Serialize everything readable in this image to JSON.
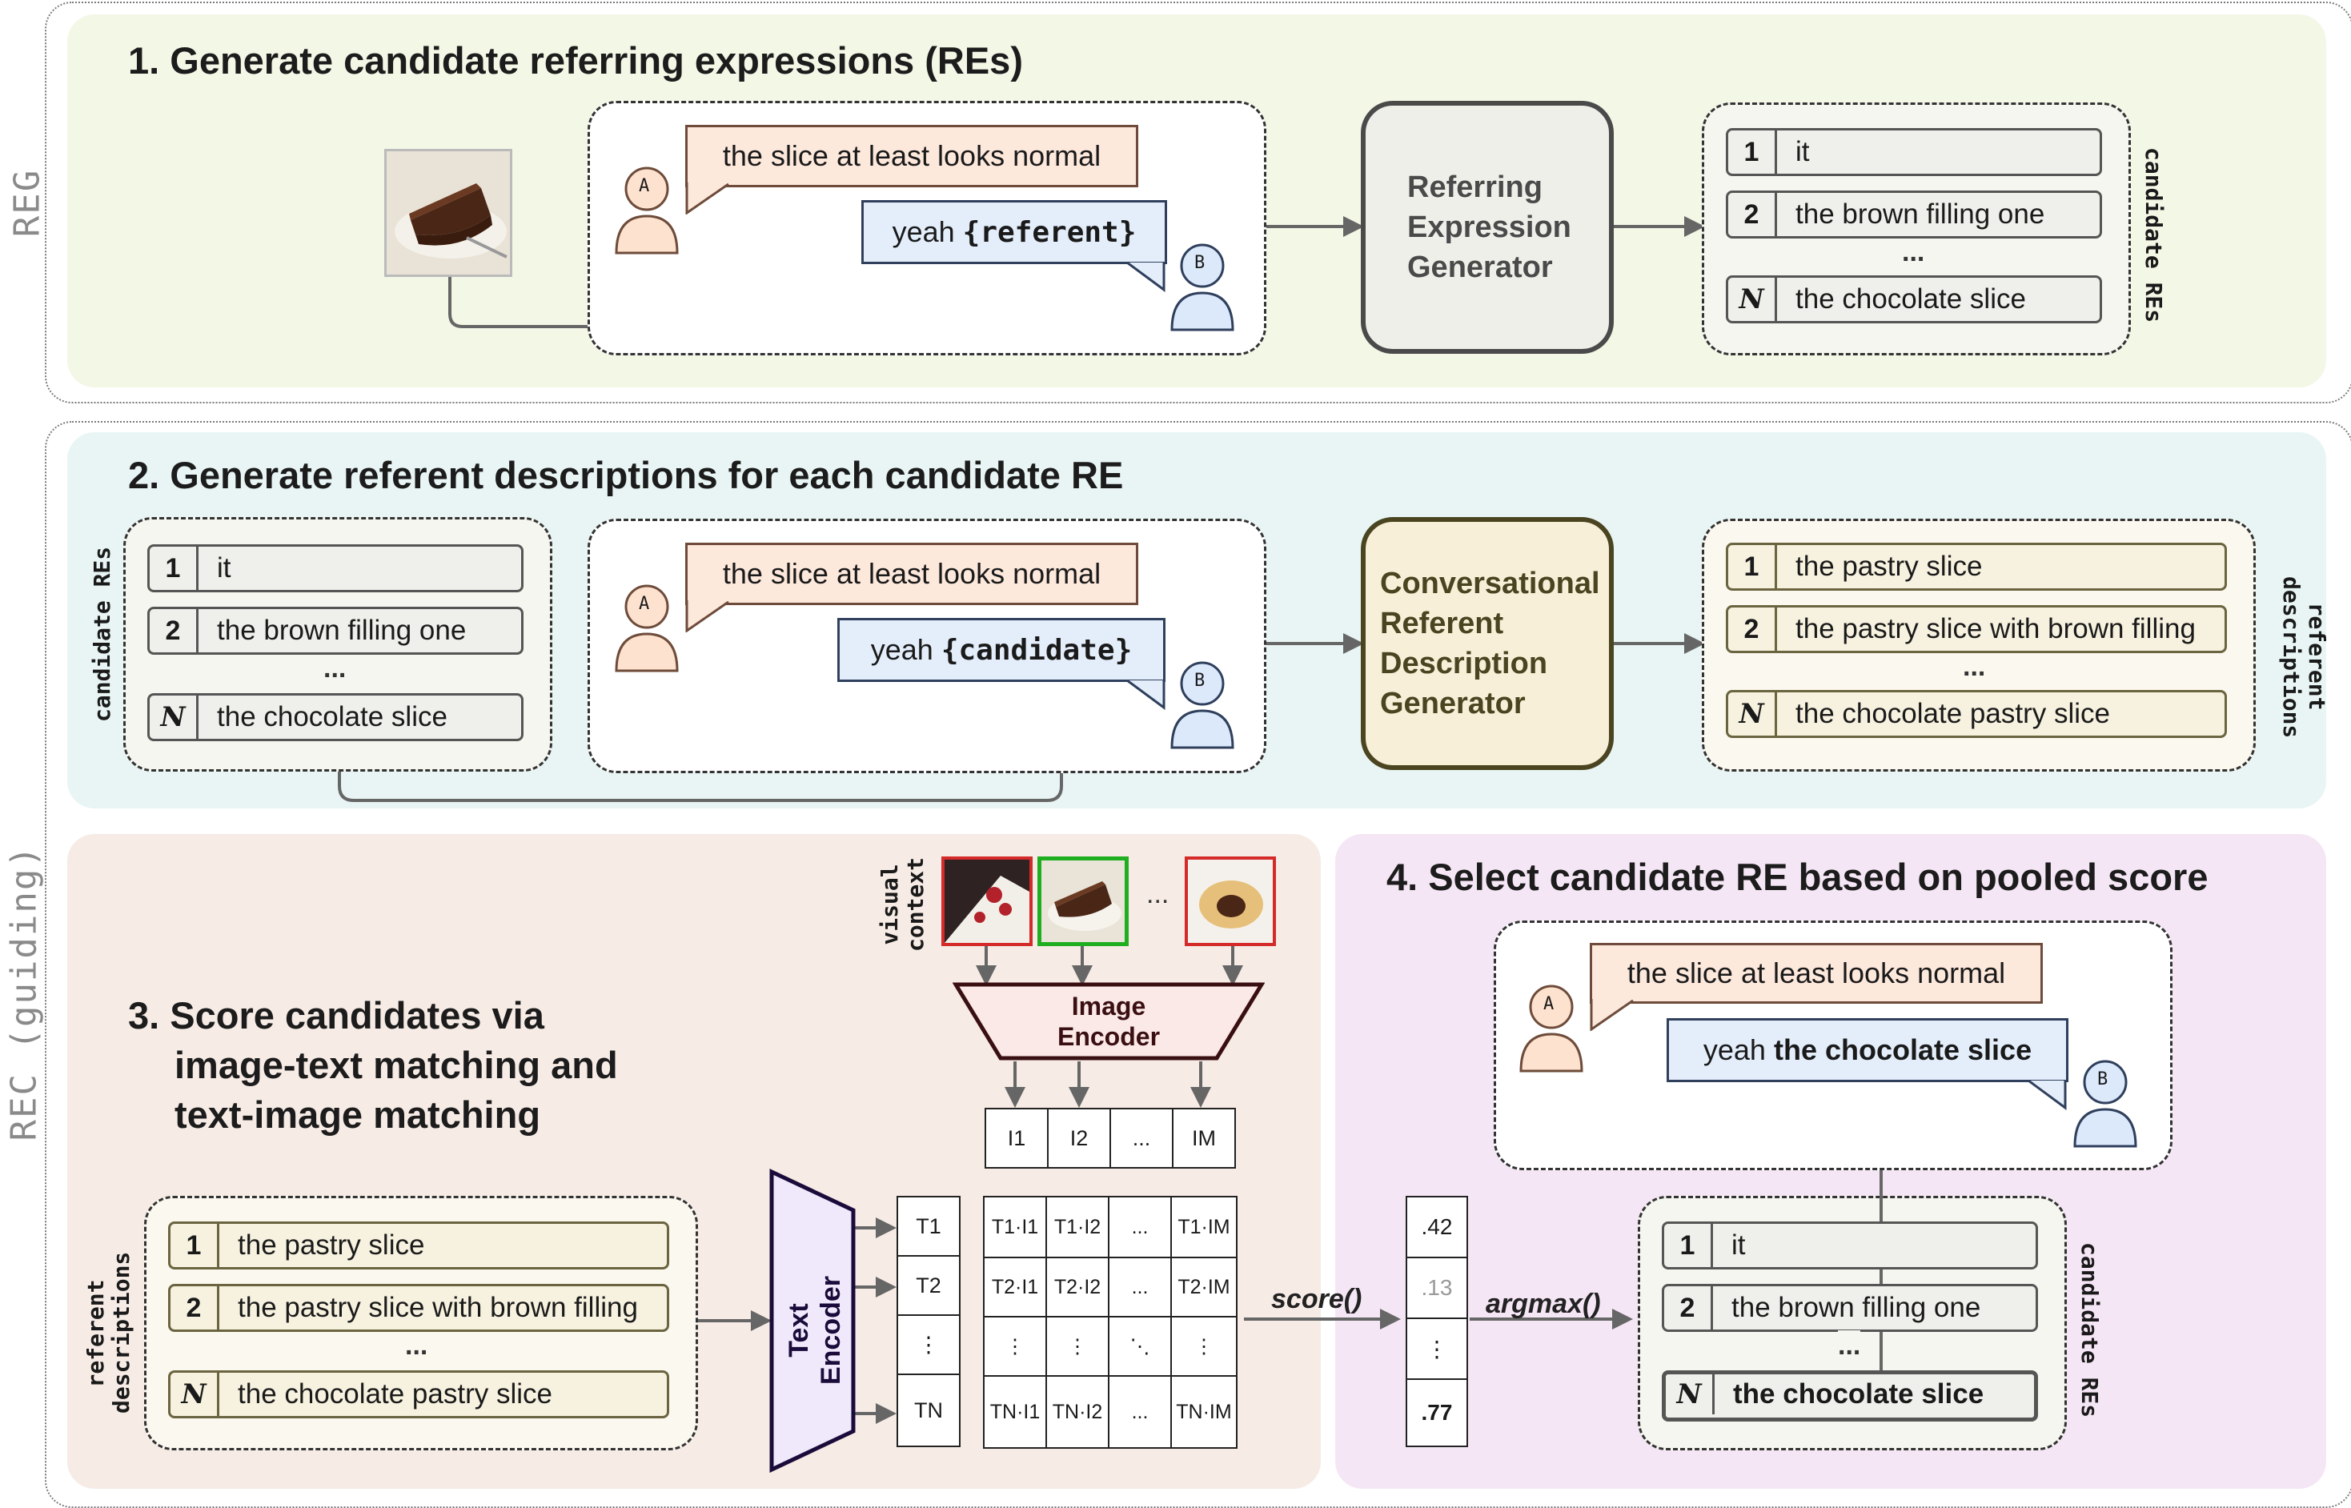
{
  "sides": {
    "reg": "REG",
    "rec": "REC (guiding)"
  },
  "step1": {
    "title": "1. Generate candidate referring expressions (REs)",
    "utterance_a": "the slice at least looks normal",
    "utterance_b_prefix": "yeah ",
    "utterance_b_slot": "{referent}",
    "generator": [
      "Referring",
      "Expression",
      "Generator"
    ],
    "side_label": "candidate REs",
    "candidates": [
      {
        "num": "1",
        "text": "it"
      },
      {
        "num": "2",
        "text": "the brown filling one"
      },
      {
        "num": "N",
        "text": "the chocolate slice"
      }
    ],
    "ellipsis": "..."
  },
  "step2": {
    "title": "2. Generate referent descriptions for each candidate RE",
    "left_label": "candidate REs",
    "candidates": [
      {
        "num": "1",
        "text": "it"
      },
      {
        "num": "2",
        "text": "the brown filling one"
      },
      {
        "num": "N",
        "text": "the chocolate slice"
      }
    ],
    "utterance_a": "the slice at least looks normal",
    "utterance_b_prefix": "yeah ",
    "utterance_b_slot": "{candidate}",
    "generator": [
      "Conversational",
      "Referent",
      "Description",
      "Generator"
    ],
    "right_label": "referent descriptions",
    "descriptions": [
      {
        "num": "1",
        "text": "the pastry slice"
      },
      {
        "num": "2",
        "text": "the pastry slice with brown filling"
      },
      {
        "num": "N",
        "text": "the chocolate pastry slice"
      }
    ],
    "ellipsis": "..."
  },
  "step3": {
    "title": [
      "3. Score candidates via",
      "image-text matching and",
      "text-image matching"
    ],
    "visual_label": "visual context",
    "image_ellipsis": "...",
    "image_encoder": [
      "Image",
      "Encoder"
    ],
    "text_encoder": [
      "Text",
      "Encoder"
    ],
    "left_label": "referent descriptions",
    "descriptions": [
      {
        "num": "1",
        "text": "the pastry slice"
      },
      {
        "num": "2",
        "text": "the pastry slice with brown filling"
      },
      {
        "num": "N",
        "text": "the chocolate pastry slice"
      }
    ],
    "ellipsis": "...",
    "image_embeddings": [
      "I1",
      "I2",
      "...",
      "IM"
    ],
    "text_embeddings": [
      "T1",
      "T2",
      "⋮",
      "TN"
    ],
    "matrix": [
      [
        "T1·I1",
        "T1·I2",
        "...",
        "T1·IM"
      ],
      [
        "T2·I1",
        "T2·I2",
        "...",
        "T2·IM"
      ],
      [
        "⋮",
        "⋮",
        "⋱",
        "⋮"
      ],
      [
        "TN·I1",
        "TN·I2",
        "...",
        "TN·IM"
      ]
    ],
    "score_fn": "score()",
    "scores": [
      ".42",
      ".13",
      "⋮",
      ".77"
    ],
    "argmax_fn": "argmax()",
    "colors": {
      "red_frame": "#d42a2a",
      "green_frame": "#1fae1f"
    }
  },
  "step4": {
    "title": "4. Select candidate RE based on pooled score",
    "utterance_a": "the slice at least looks normal",
    "utterance_b_prefix": "yeah ",
    "utterance_b_bold": "the chocolate slice",
    "side_label": "candidate REs",
    "candidates": [
      {
        "num": "1",
        "text": "it"
      },
      {
        "num": "2",
        "text": "the brown filling one"
      },
      {
        "num": "N",
        "text": "the chocolate slice"
      }
    ],
    "ellipsis": "..."
  },
  "speakers": {
    "a": "A",
    "b": "B"
  },
  "colors": {
    "panel1": "#f3f7e6",
    "panel2": "#e8f5f4",
    "panel3": "#f6ebe5",
    "panel4": "#f5e6f5",
    "speaker_a": "#fde3cf",
    "speaker_b": "#dce9fb"
  }
}
